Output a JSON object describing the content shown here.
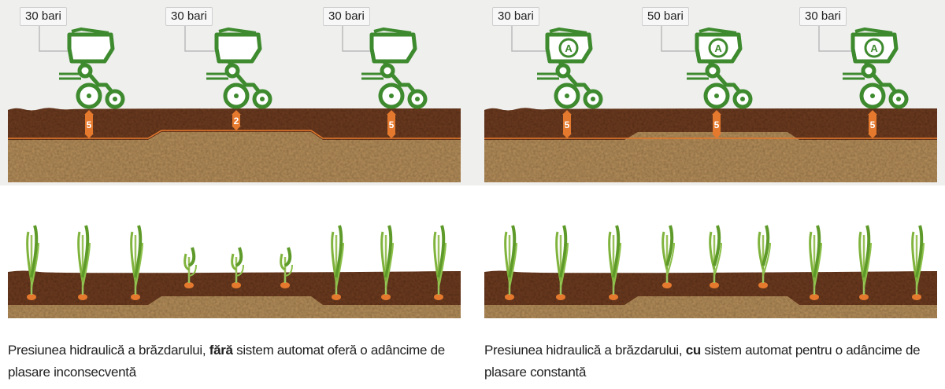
{
  "colors": {
    "green": "#3e8a2e",
    "soil_dark": "#6a3a22",
    "soil_light": "#b08a58",
    "orange": "#e5792d",
    "background": "#efefee"
  },
  "panels": [
    {
      "pressures": [
        "30 bari",
        "30 bari",
        "30 bari"
      ],
      "depths": [
        "5",
        "2",
        "5"
      ],
      "automatic": false,
      "plant_sizes": [
        "tall",
        "tall",
        "tall",
        "short",
        "short",
        "short",
        "tall",
        "tall",
        "tall"
      ],
      "caption": {
        "before": "Presiunea hidraulică a brăzdarului, ",
        "bold": "fără",
        "after": " sistem automat oferă o adâncime de plasare inconsecventă"
      }
    },
    {
      "pressures": [
        "30 bari",
        "50 bari",
        "30 bari"
      ],
      "depths": [
        "5",
        "5",
        "5"
      ],
      "automatic": true,
      "automatic_label": "A",
      "plant_sizes": [
        "tall",
        "tall",
        "tall",
        "tall",
        "tall",
        "tall",
        "tall",
        "tall",
        "tall"
      ],
      "caption": {
        "before": "Presiunea hidraulică a brăzdarului, ",
        "bold": "cu",
        "after": " sistem automat pentru o adâncime de plasare constantă"
      }
    }
  ]
}
